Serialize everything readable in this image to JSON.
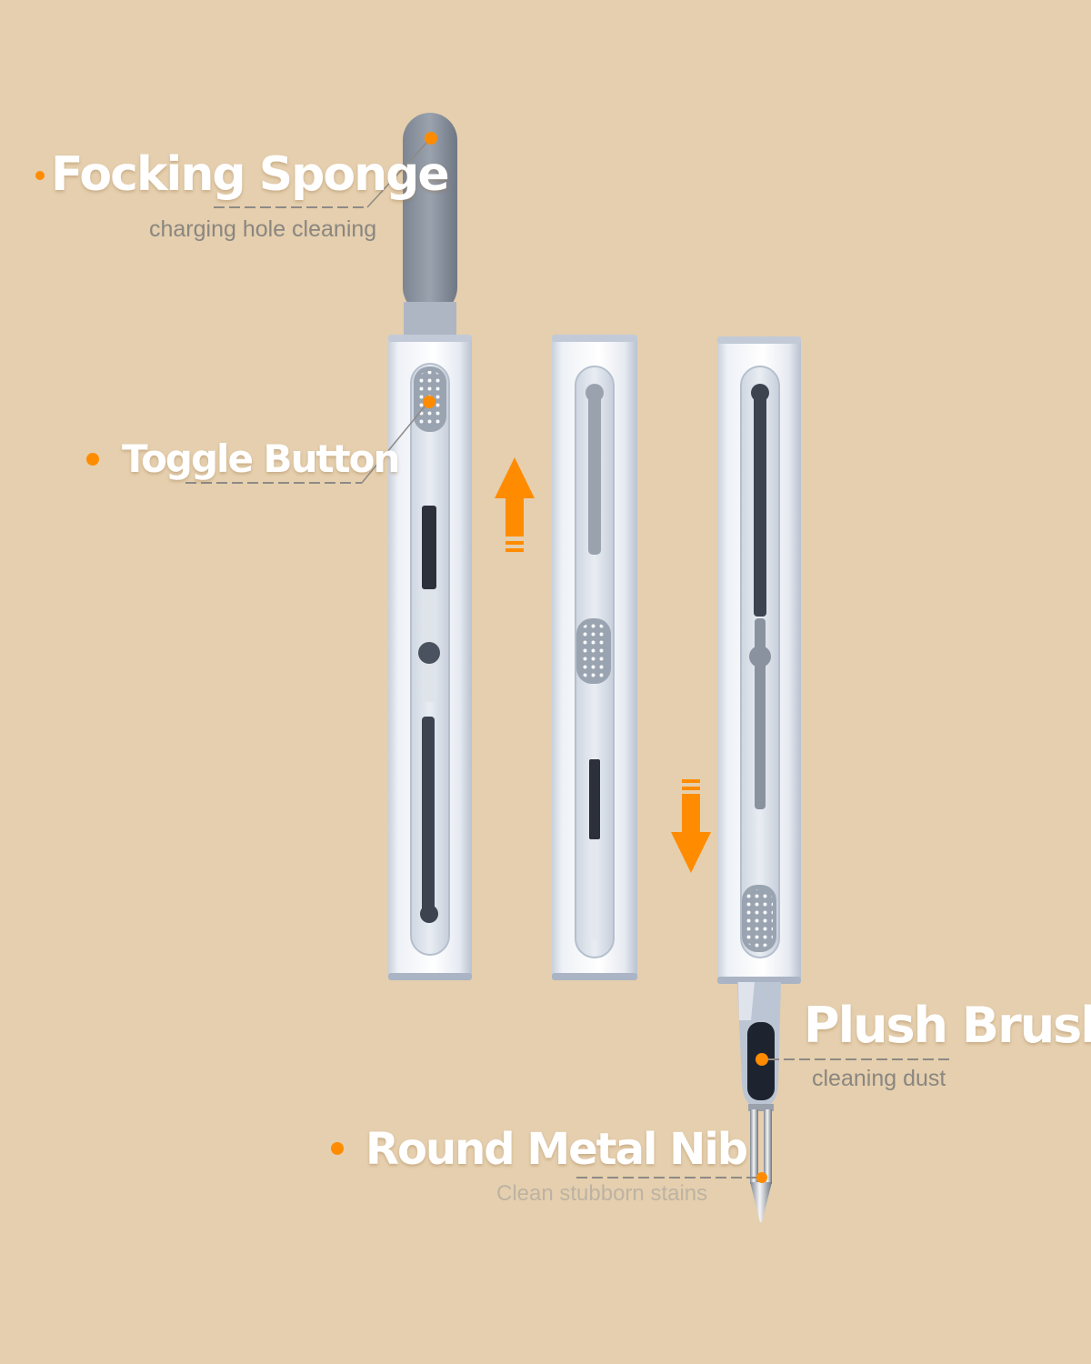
{
  "labels": {
    "sponge": {
      "title": "Focking Sponge",
      "subtitle": "charging hole cleaning"
    },
    "toggle": {
      "title": "Toggle Button"
    },
    "brush": {
      "title": "Plush Brush",
      "subtitle": "cleaning dust"
    },
    "nib": {
      "title": "Round Metal Nib",
      "subtitle": "Clean stubborn stains"
    }
  },
  "colors": {
    "background": "#e5cfae",
    "accent": "#ff8c00",
    "pen_body": "#f1f3f7",
    "pen_shadow": "#b8c1d1",
    "sponge": "#8e96a3",
    "label_text": "#ffffff",
    "subtitle_text": "#8a8680"
  },
  "icons": {
    "up_arrow": "arrow-up-icon",
    "down_arrow": "arrow-down-icon"
  }
}
